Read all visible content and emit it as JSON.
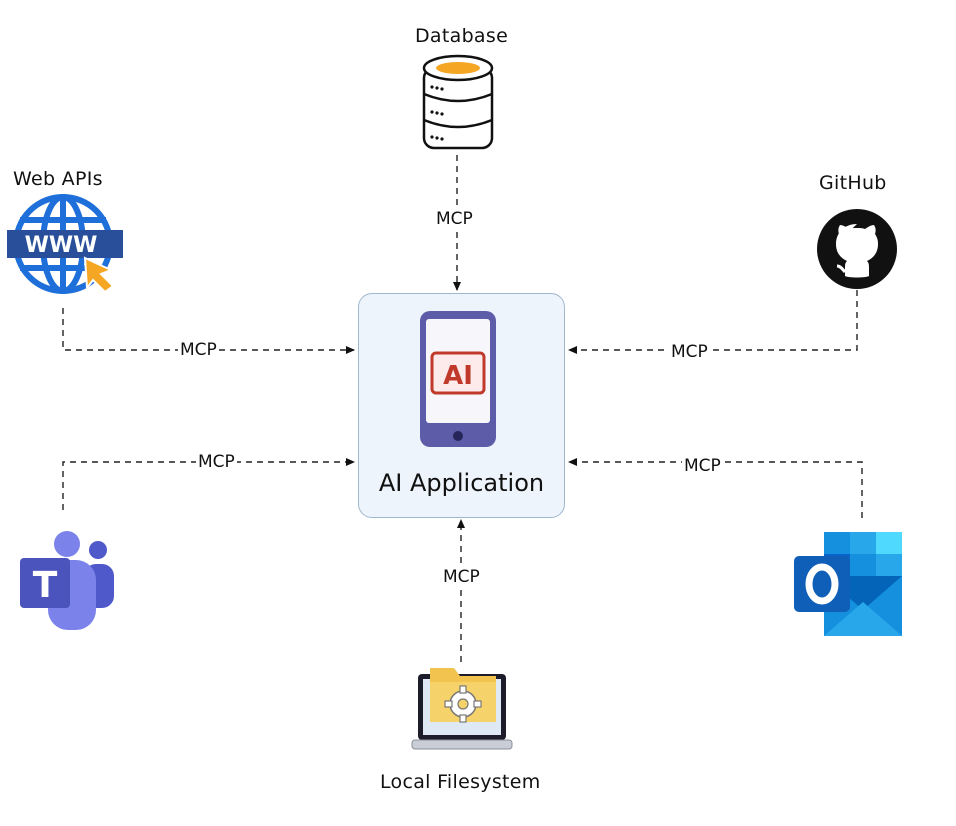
{
  "hub": {
    "label": "AI Application",
    "badge": "AI"
  },
  "nodes": {
    "database": "Database",
    "web_apis": "Web APIs",
    "github": "GitHub",
    "local_filesystem": "Local Filesystem"
  },
  "icons": {
    "web_apis": "www-globe-icon",
    "database": "database-icon",
    "github": "github-icon",
    "teams": "microsoft-teams-icon",
    "outlook": "microsoft-outlook-icon",
    "filesystem": "laptop-folder-gear-icon",
    "hub": "phone-ai-icon"
  },
  "edges": {
    "database": "MCP",
    "web_apis": "MCP",
    "github": "MCP",
    "teams": "MCP",
    "outlook": "MCP",
    "filesystem": "MCP"
  },
  "colors": {
    "hub_fill": "#eef4fb",
    "hub_border": "#9fb8cf",
    "phone": "#5c5ca8",
    "ai_badge": "#c0392b",
    "globe": "#1e6fd9",
    "database_disk": "#f5a623",
    "teams": "#5059c9",
    "outlook": "#0a64c8",
    "folder": "#f6d26b"
  }
}
